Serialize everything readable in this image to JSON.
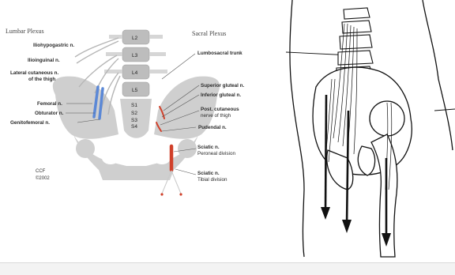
{
  "left_diagram": {
    "headers": {
      "lumbar": "Lumbar Plexus",
      "sacral": "Sacral Plexus"
    },
    "vertebrae": {
      "lumbar": [
        "L2",
        "L3",
        "L4",
        "L5"
      ],
      "sacral": [
        "S1",
        "S2",
        "S3",
        "S4"
      ]
    },
    "lumbar_labels": {
      "iliohypogastric": "Iliohypogastric n.",
      "ilioinguinal": "Ilioinguinal n.",
      "lateral_cutaneous_1": "Lateral cutaneous n.",
      "lateral_cutaneous_2": "of the thigh",
      "femoral": "Femoral n.",
      "obturator": "Obturator n.",
      "genitofemoral": "Genitofemoral n."
    },
    "sacral_labels": {
      "lumbosacral": "Lumbosacral trunk",
      "superior_gluteal": "Superior gluteal n.",
      "inferior_gluteal": "Inferior gluteal n.",
      "post_cutaneous_1": "Post. cutaneous",
      "post_cutaneous_2": "nerve of thigh",
      "pudendal": "Pudendal n.",
      "sciatic_peroneal_1": "Sciatic n.",
      "sciatic_peroneal_2": "Peroneal division",
      "sciatic_tibial_1": "Sciatic n.",
      "sciatic_tibial_2": "Tibial division"
    },
    "credit": {
      "line1": "CCF",
      "line2": "©2002"
    },
    "colors": {
      "bone": "#cfcfcf",
      "lumbar_nerve": "#5b88d6",
      "sacral_nerve": "#d0402a"
    }
  },
  "right_diagram": {
    "colors": {
      "outline": "#111111",
      "arrows": "#111111"
    }
  }
}
